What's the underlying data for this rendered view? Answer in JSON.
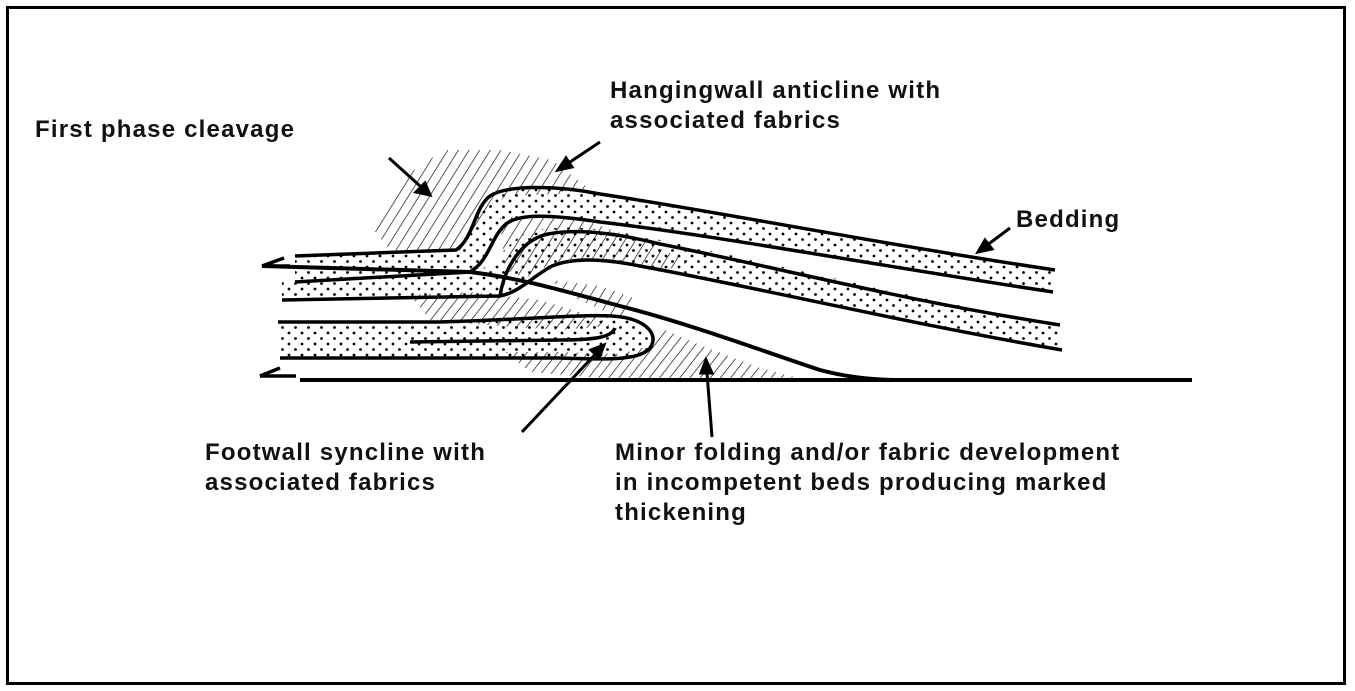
{
  "labels": {
    "first_phase_cleavage": "First phase cleavage",
    "hangingwall": [
      "Hangingwall anticline with",
      "associated fabrics"
    ],
    "bedding": "Bedding",
    "footwall": [
      "Footwall syncline with",
      "associated fabrics"
    ],
    "minor_folding": [
      "Minor folding and/or fabric development",
      "in incompetent beds producing marked",
      "thickening"
    ]
  }
}
